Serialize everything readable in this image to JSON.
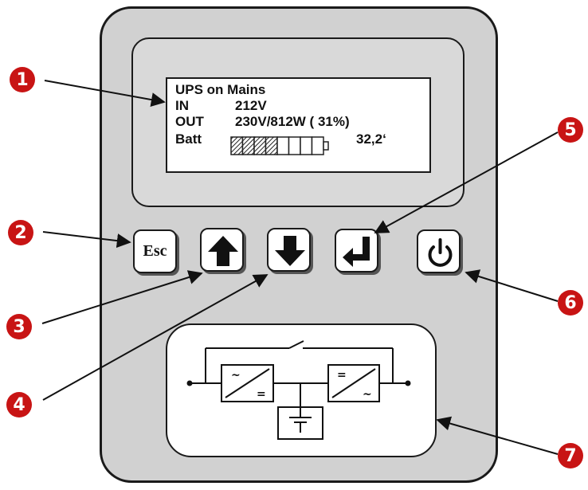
{
  "lcd": {
    "line1": "UPS on Mains",
    "line2_label": "IN",
    "line2_value": "212V",
    "line3_label": "OUT",
    "line3_value": "230V/812W (  31%)",
    "line4_label": "Batt",
    "line4_value": "32,2‘",
    "battery_level_fraction": 0.5
  },
  "keys": {
    "esc_label": "Esc",
    "up_icon": "up-arrow-icon",
    "down_icon": "down-arrow-icon",
    "enter_icon": "enter-return-icon",
    "power_icon": "power-icon"
  },
  "diagram": {
    "rectifier_symbols": [
      "~",
      "="
    ],
    "inverter_symbols": [
      "=",
      "~"
    ],
    "battery_icon": "battery-symbol-icon",
    "bypass_icon": "bypass-switch-icon"
  },
  "callouts": [
    "1",
    "2",
    "3",
    "4",
    "5",
    "6",
    "7"
  ],
  "colors": {
    "callout": "#c81414",
    "panel": "#d1d1d1",
    "outline": "#1a1a1a"
  }
}
